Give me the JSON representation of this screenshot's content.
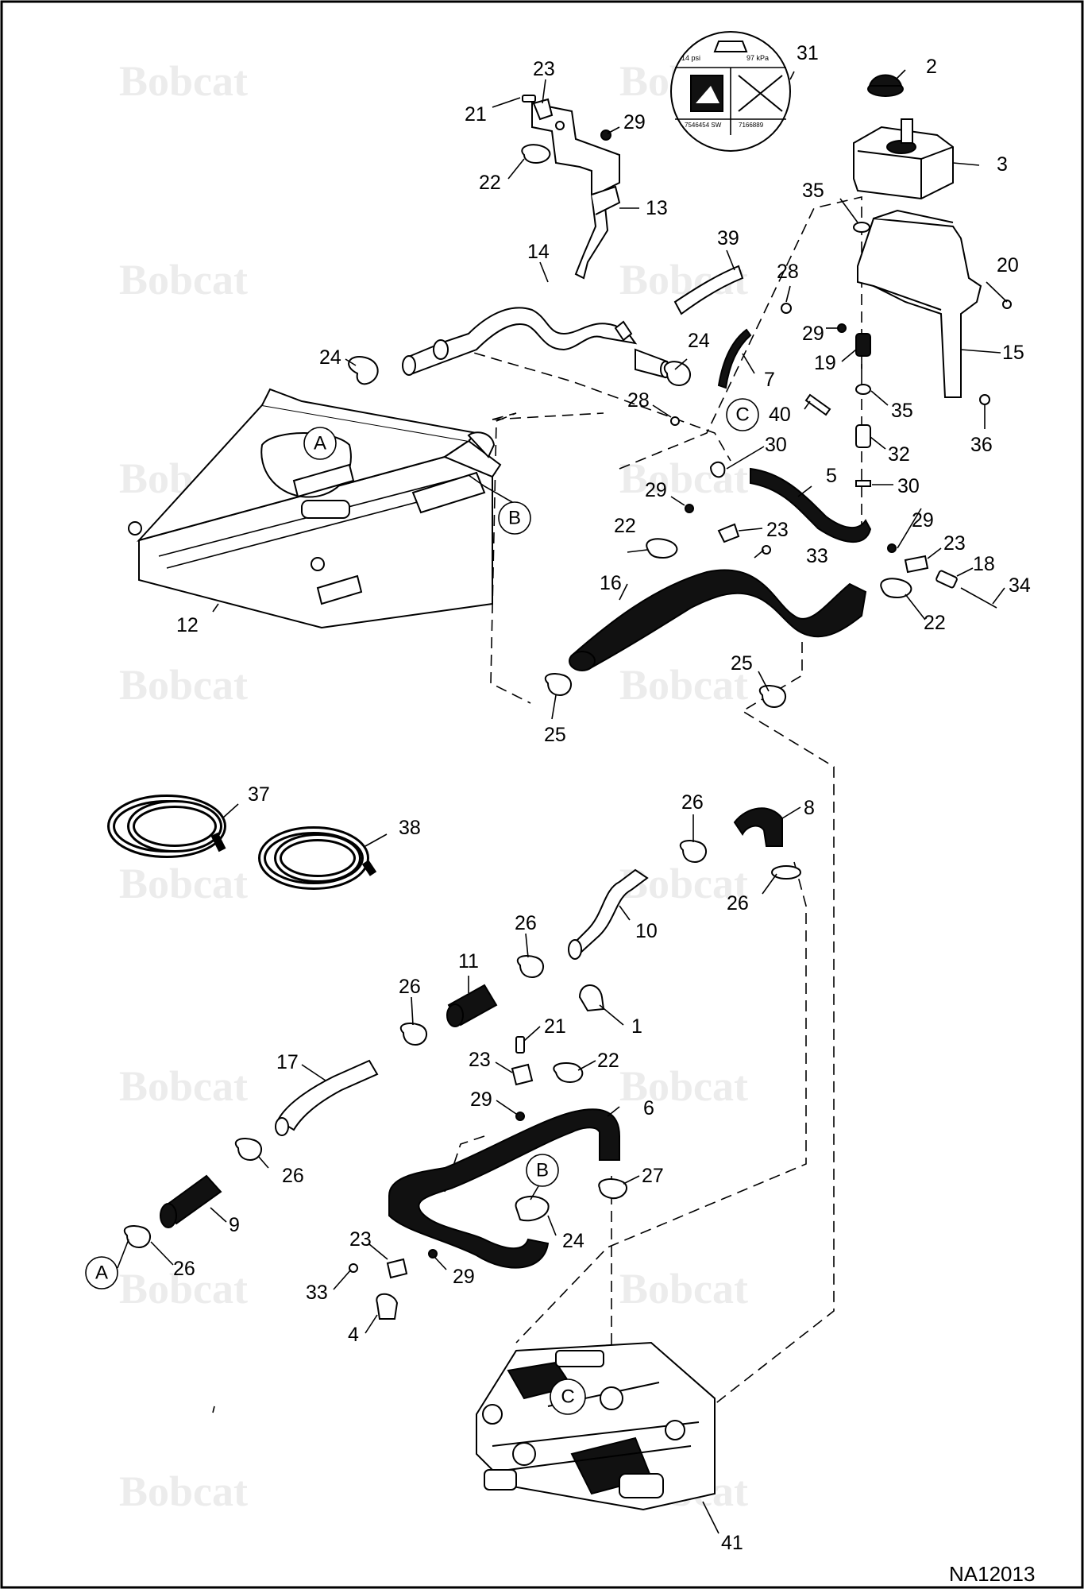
{
  "watermark": "Bobcat",
  "drawing_code": "NA12013",
  "decal": {
    "psi": "14 psi",
    "kpa": "97 kPa",
    "code_left": "7546454 SW",
    "code_right": "7166889"
  },
  "callouts": [
    {
      "id": "c1",
      "label": "1"
    },
    {
      "id": "c2",
      "label": "2"
    },
    {
      "id": "c3",
      "label": "3"
    },
    {
      "id": "c4",
      "label": "4"
    },
    {
      "id": "c5",
      "label": "5"
    },
    {
      "id": "c6",
      "label": "6"
    },
    {
      "id": "c7",
      "label": "7"
    },
    {
      "id": "c8",
      "label": "8"
    },
    {
      "id": "c9",
      "label": "9"
    },
    {
      "id": "c10",
      "label": "10"
    },
    {
      "id": "c11",
      "label": "11"
    },
    {
      "id": "c12",
      "label": "12"
    },
    {
      "id": "c13",
      "label": "13"
    },
    {
      "id": "c14",
      "label": "14"
    },
    {
      "id": "c15",
      "label": "15"
    },
    {
      "id": "c16",
      "label": "16"
    },
    {
      "id": "c17",
      "label": "17"
    },
    {
      "id": "c18",
      "label": "18"
    },
    {
      "id": "c19",
      "label": "19"
    },
    {
      "id": "c20",
      "label": "20"
    },
    {
      "id": "c21a",
      "label": "21"
    },
    {
      "id": "c21b",
      "label": "21"
    },
    {
      "id": "c22a",
      "label": "22"
    },
    {
      "id": "c22b",
      "label": "22"
    },
    {
      "id": "c22c",
      "label": "22"
    },
    {
      "id": "c22d",
      "label": "22"
    },
    {
      "id": "c23a",
      "label": "23"
    },
    {
      "id": "c23b",
      "label": "23"
    },
    {
      "id": "c23c",
      "label": "23"
    },
    {
      "id": "c23d",
      "label": "23"
    },
    {
      "id": "c23e",
      "label": "23"
    },
    {
      "id": "c24a",
      "label": "24"
    },
    {
      "id": "c24b",
      "label": "24"
    },
    {
      "id": "c24c",
      "label": "24"
    },
    {
      "id": "c25a",
      "label": "25"
    },
    {
      "id": "c25b",
      "label": "25"
    },
    {
      "id": "c26a",
      "label": "26"
    },
    {
      "id": "c26b",
      "label": "26"
    },
    {
      "id": "c26c",
      "label": "26"
    },
    {
      "id": "c26d",
      "label": "26"
    },
    {
      "id": "c26e",
      "label": "26"
    },
    {
      "id": "c26f",
      "label": "26"
    },
    {
      "id": "c27",
      "label": "27"
    },
    {
      "id": "c28a",
      "label": "28"
    },
    {
      "id": "c28b",
      "label": "28"
    },
    {
      "id": "c29a",
      "label": "29"
    },
    {
      "id": "c29b",
      "label": "29"
    },
    {
      "id": "c29c",
      "label": "29"
    },
    {
      "id": "c29d",
      "label": "29"
    },
    {
      "id": "c29e",
      "label": "29"
    },
    {
      "id": "c29f",
      "label": "29"
    },
    {
      "id": "c30a",
      "label": "30"
    },
    {
      "id": "c30b",
      "label": "30"
    },
    {
      "id": "c31",
      "label": "31"
    },
    {
      "id": "c32",
      "label": "32"
    },
    {
      "id": "c33a",
      "label": "33"
    },
    {
      "id": "c33b",
      "label": "33"
    },
    {
      "id": "c34",
      "label": "34"
    },
    {
      "id": "c35a",
      "label": "35"
    },
    {
      "id": "c35b",
      "label": "35"
    },
    {
      "id": "c36",
      "label": "36"
    },
    {
      "id": "c37",
      "label": "37"
    },
    {
      "id": "c38",
      "label": "38"
    },
    {
      "id": "c39",
      "label": "39"
    },
    {
      "id": "c40",
      "label": "40"
    },
    {
      "id": "c41",
      "label": "41"
    }
  ],
  "markers": [
    {
      "id": "mA1",
      "label": "A"
    },
    {
      "id": "mA2",
      "label": "A"
    },
    {
      "id": "mB1",
      "label": "B"
    },
    {
      "id": "mB2",
      "label": "B"
    },
    {
      "id": "mC1",
      "label": "C"
    },
    {
      "id": "mC2",
      "label": "C"
    }
  ]
}
